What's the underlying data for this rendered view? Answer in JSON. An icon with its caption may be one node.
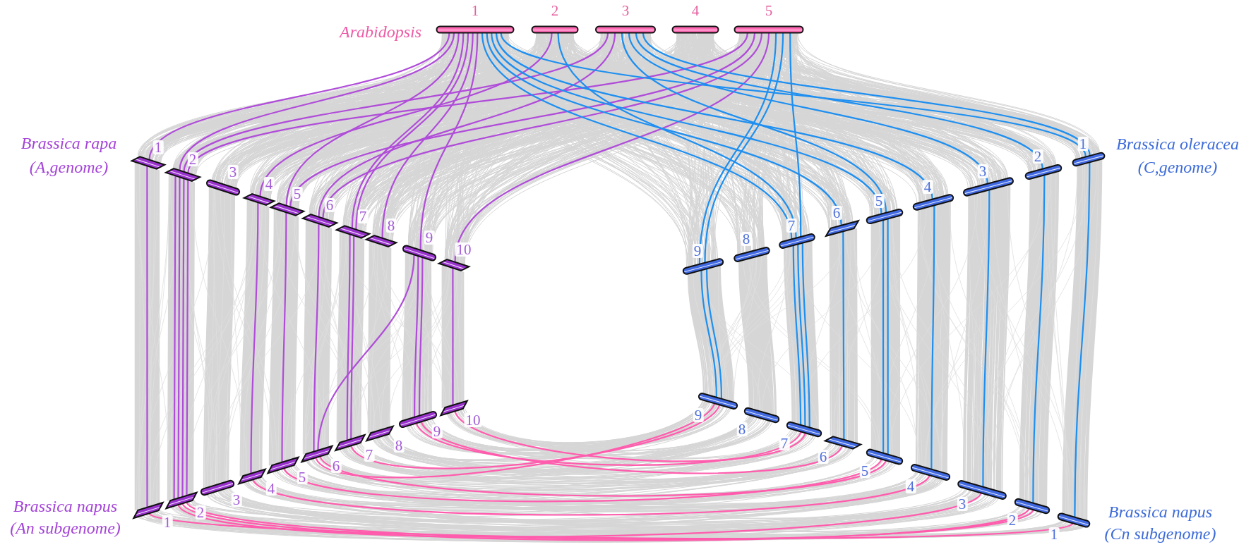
{
  "diagram": {
    "nodes": [
      {
        "text": [
          "1"
        ]
      },
      {
        "text": [
          "2"
        ]
      },
      {
        "text": [
          "3"
        ]
      },
      {
        "text": [
          "4"
        ]
      },
      {
        "text": [
          "5"
        ]
      },
      {
        "text": [
          "1"
        ]
      },
      {
        "text": [
          "2"
        ]
      },
      {
        "text": [
          "3"
        ]
      },
      {
        "text": [
          "4"
        ]
      },
      {
        "text": [
          "5"
        ]
      },
      {
        "text": [
          "6"
        ]
      },
      {
        "text": [
          "7"
        ]
      },
      {
        "text": [
          "8"
        ]
      },
      {
        "text": [
          "9"
        ]
      },
      {
        "text": [
          "10"
        ]
      },
      {
        "text": [
          "1"
        ]
      },
      {
        "text": [
          "2"
        ]
      },
      {
        "text": [
          "3"
        ]
      },
      {
        "text": [
          "4"
        ]
      },
      {
        "text": [
          "5"
        ]
      },
      {
        "text": [
          "6"
        ]
      },
      {
        "text": [
          "7"
        ]
      },
      {
        "text": [
          "8"
        ]
      },
      {
        "text": [
          "9"
        ]
      },
      {
        "text": [
          "1"
        ]
      },
      {
        "text": [
          "2"
        ]
      },
      {
        "text": [
          "3"
        ]
      },
      {
        "text": [
          "4"
        ]
      },
      {
        "text": [
          "5"
        ]
      },
      {
        "text": [
          "6"
        ]
      },
      {
        "text": [
          "7"
        ]
      },
      {
        "text": [
          "8"
        ]
      },
      {
        "text": [
          "9"
        ]
      },
      {
        "text": [
          "10"
        ]
      },
      {
        "text": [
          "1"
        ]
      },
      {
        "text": [
          "2"
        ]
      },
      {
        "text": [
          "3"
        ]
      },
      {
        "text": [
          "4"
        ]
      },
      {
        "text": [
          "5"
        ]
      },
      {
        "text": [
          "6"
        ]
      },
      {
        "text": [
          "7"
        ]
      },
      {
        "text": [
          "8"
        ]
      },
      {
        "text": [
          "9"
        ]
      }
    ],
    "edges": [
      {
        "from": 0,
        "to": 5,
        "arrow": "none",
        "color": "#b04cd9"
      },
      {
        "from": 4,
        "to": 6,
        "arrow": "none",
        "color": "#b04cd9"
      },
      {
        "from": 2,
        "to": 6,
        "arrow": "none",
        "color": "#b04cd9"
      },
      {
        "from": 0,
        "to": 6,
        "arrow": "none",
        "color": "#b04cd9"
      },
      {
        "from": 1,
        "to": 8,
        "arrow": "none",
        "color": "#b04cd9"
      },
      {
        "from": 0,
        "to": 9,
        "arrow": "none",
        "color": "#b04cd9"
      },
      {
        "from": 4,
        "to": 9,
        "arrow": "none",
        "color": "#b04cd9"
      },
      {
        "from": 4,
        "to": 10,
        "arrow": "none",
        "color": "#b04cd9"
      },
      {
        "from": 2,
        "to": 10,
        "arrow": "none",
        "color": "#b04cd9"
      },
      {
        "from": 0,
        "to": 11,
        "arrow": "none",
        "color": "#b04cd9"
      },
      {
        "from": 0,
        "to": 11,
        "arrow": "none",
        "color": "#b04cd9"
      },
      {
        "from": 0,
        "to": 12,
        "arrow": "none",
        "color": "#b04cd9"
      },
      {
        "from": 0,
        "to": 13,
        "arrow": "none",
        "color": "#b04cd9"
      },
      {
        "from": 4,
        "to": 14,
        "arrow": "none",
        "color": "#b04cd9"
      },
      {
        "from": 5,
        "to": 24,
        "arrow": "none",
        "color": "#b04cd9"
      },
      {
        "from": 6,
        "to": 25,
        "arrow": "none",
        "color": "#b04cd9"
      },
      {
        "from": 6,
        "to": 25,
        "arrow": "none",
        "color": "#b04cd9"
      },
      {
        "from": 6,
        "to": 25,
        "arrow": "none",
        "color": "#b04cd9"
      },
      {
        "from": 6,
        "to": 25,
        "arrow": "none",
        "color": "#b04cd9"
      },
      {
        "from": 8,
        "to": 27,
        "arrow": "none",
        "color": "#b04cd9"
      },
      {
        "from": 9,
        "to": 28,
        "arrow": "none",
        "color": "#b04cd9"
      },
      {
        "from": 10,
        "to": 29,
        "arrow": "none",
        "color": "#b04cd9"
      },
      {
        "from": 13,
        "to": 29,
        "arrow": "none",
        "color": "#b04cd9"
      },
      {
        "from": 11,
        "to": 30,
        "arrow": "none",
        "color": "#b04cd9"
      },
      {
        "from": 11,
        "to": 30,
        "arrow": "none",
        "color": "#b04cd9"
      },
      {
        "from": 13,
        "to": 32,
        "arrow": "none",
        "color": "#b04cd9"
      },
      {
        "from": 13,
        "to": 32,
        "arrow": "none",
        "color": "#b04cd9"
      },
      {
        "from": 14,
        "to": 33,
        "arrow": "none",
        "color": "#b04cd9"
      },
      {
        "from": 4,
        "to": 23,
        "arrow": "none",
        "color": "#1e8ff0"
      },
      {
        "from": 4,
        "to": 23,
        "arrow": "none",
        "color": "#1e8ff0"
      },
      {
        "from": 4,
        "to": 21,
        "arrow": "none",
        "color": "#1e8ff0"
      },
      {
        "from": 0,
        "to": 21,
        "arrow": "none",
        "color": "#1e8ff0"
      },
      {
        "from": 1,
        "to": 21,
        "arrow": "none",
        "color": "#1e8ff0"
      },
      {
        "from": 0,
        "to": 20,
        "arrow": "none",
        "color": "#1e8ff0"
      },
      {
        "from": 0,
        "to": 19,
        "arrow": "none",
        "color": "#1e8ff0"
      },
      {
        "from": 2,
        "to": 19,
        "arrow": "none",
        "color": "#1e8ff0"
      },
      {
        "from": 0,
        "to": 18,
        "arrow": "none",
        "color": "#1e8ff0"
      },
      {
        "from": 2,
        "to": 17,
        "arrow": "none",
        "color": "#1e8ff0"
      },
      {
        "from": 2,
        "to": 16,
        "arrow": "none",
        "color": "#1e8ff0"
      },
      {
        "from": 0,
        "to": 15,
        "arrow": "none",
        "color": "#1e8ff0"
      },
      {
        "from": 2,
        "to": 15,
        "arrow": "none",
        "color": "#1e8ff0"
      },
      {
        "from": 23,
        "to": 42,
        "arrow": "none",
        "color": "#1e8ff0"
      },
      {
        "from": 23,
        "to": 42,
        "arrow": "none",
        "color": "#1e8ff0"
      },
      {
        "from": 21,
        "to": 40,
        "arrow": "none",
        "color": "#1e8ff0"
      },
      {
        "from": 21,
        "to": 40,
        "arrow": "none",
        "color": "#1e8ff0"
      },
      {
        "from": 21,
        "to": 40,
        "arrow": "none",
        "color": "#1e8ff0"
      },
      {
        "from": 20,
        "to": 39,
        "arrow": "none",
        "color": "#1e8ff0"
      },
      {
        "from": 19,
        "to": 38,
        "arrow": "none",
        "color": "#1e8ff0"
      },
      {
        "from": 19,
        "to": 38,
        "arrow": "none",
        "color": "#1e8ff0"
      },
      {
        "from": 18,
        "to": 37,
        "arrow": "none",
        "color": "#1e8ff0"
      },
      {
        "from": 17,
        "to": 36,
        "arrow": "none",
        "color": "#1e8ff0"
      },
      {
        "from": 16,
        "to": 35,
        "arrow": "none",
        "color": "#1e8ff0"
      },
      {
        "from": 15,
        "to": 34,
        "arrow": "none",
        "color": "#1e8ff0"
      },
      {
        "from": 24,
        "to": 34,
        "arrow": "none",
        "color": "#ff5cad"
      },
      {
        "from": 25,
        "to": 35,
        "arrow": "none",
        "color": "#ff5cad"
      },
      {
        "from": 25,
        "to": 35,
        "arrow": "none",
        "color": "#ff5cad"
      },
      {
        "from": 25,
        "to": 36,
        "arrow": "none",
        "color": "#ff5cad"
      },
      {
        "from": 27,
        "to": 37,
        "arrow": "none",
        "color": "#ff5cad"
      },
      {
        "from": 28,
        "to": 38,
        "arrow": "none",
        "color": "#ff5cad"
      },
      {
        "from": 29,
        "to": 42,
        "arrow": "none",
        "color": "#ff5cad"
      },
      {
        "from": 29,
        "to": 38,
        "arrow": "none",
        "color": "#ff5cad"
      },
      {
        "from": 30,
        "to": 42,
        "arrow": "none",
        "color": "#ff5cad"
      },
      {
        "from": 32,
        "to": 40,
        "arrow": "none",
        "color": "#ff5cad"
      },
      {
        "from": 32,
        "to": 39,
        "arrow": "none",
        "color": "#ff5cad"
      },
      {
        "from": 33,
        "to": 40,
        "arrow": "none",
        "color": "#ff5cad"
      }
    ],
    "labels": [
      "Arabidopsis",
      "Brassica rapa (A,genome)",
      "Brassica oleracea (C,genome)",
      "Brassica napus (An subgenome)",
      "Brassica napus (Cn subgenome)"
    ]
  }
}
